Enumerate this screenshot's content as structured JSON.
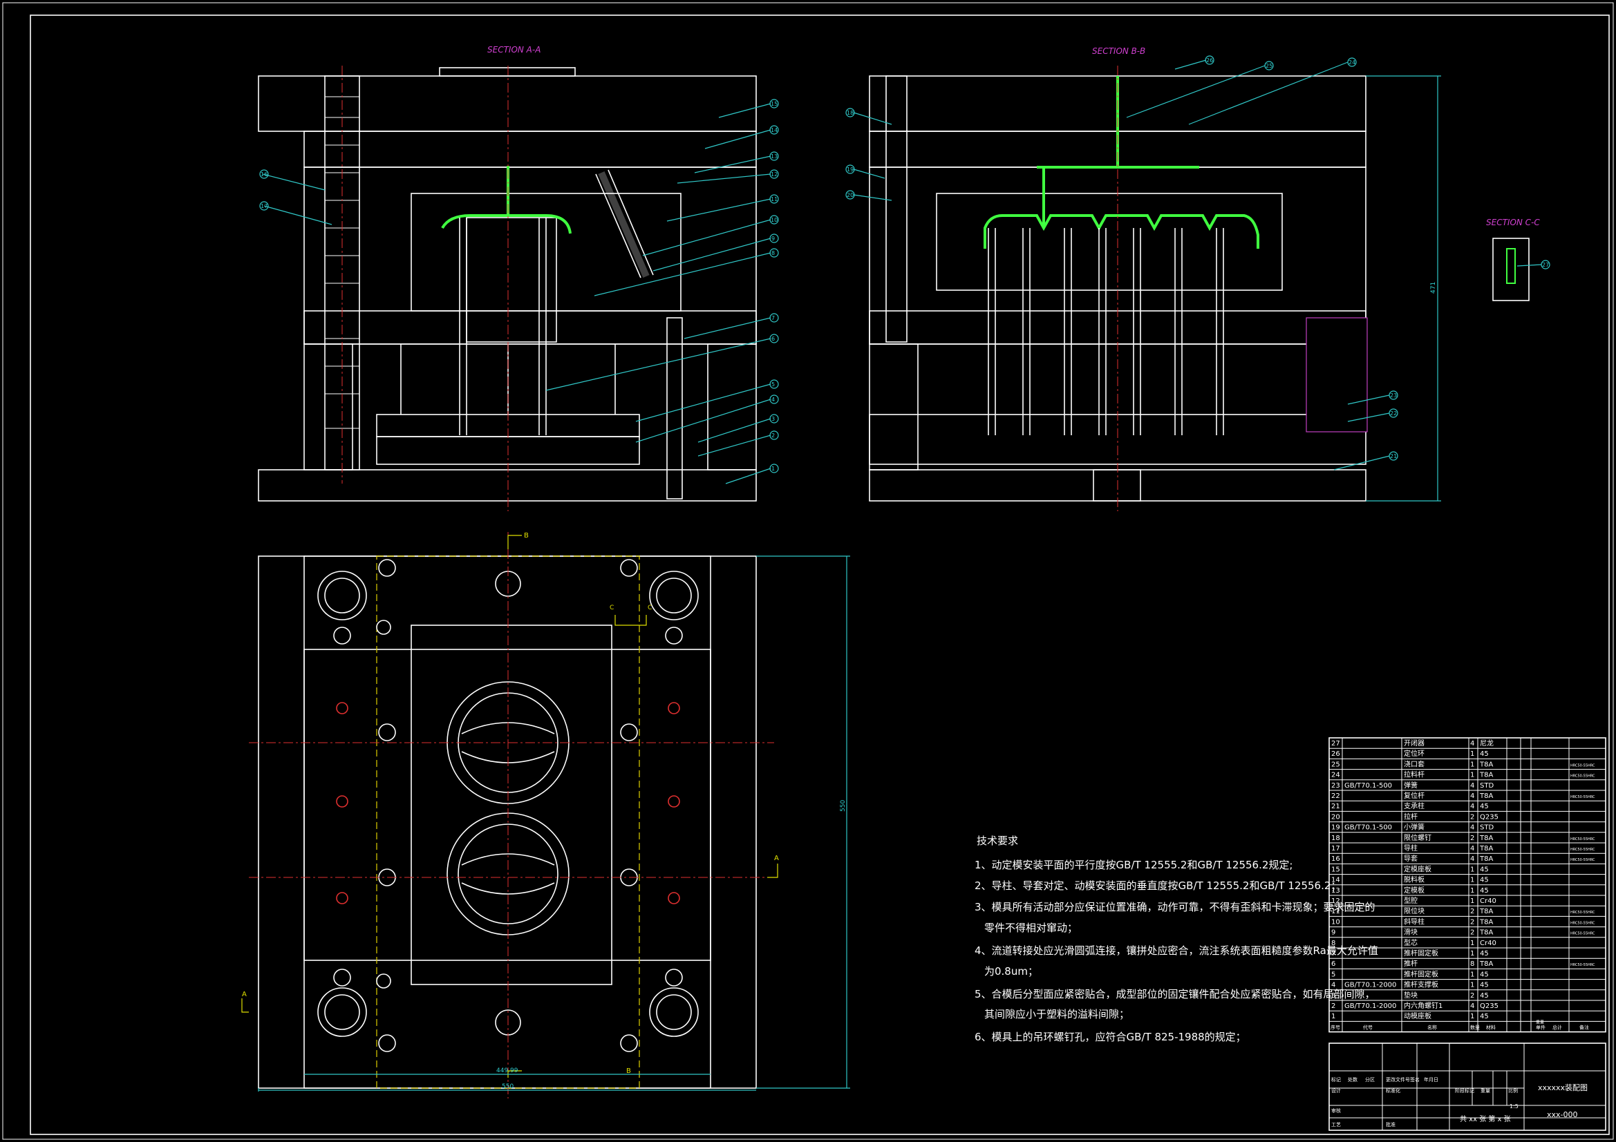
{
  "drawing": {
    "section_a_label": "SECTION A-A",
    "section_b_label": "SECTION B-B",
    "section_c_label": "SECTION C-C",
    "cut_mark_a": "A",
    "cut_mark_b": "B",
    "cut_mark_c": "C",
    "dim_total_height": "471",
    "dim_plan_height": "550",
    "dim_plan_inner_width": "449.99",
    "dim_plan_width": "550",
    "leaders_a": [
      "15",
      "14",
      "13",
      "12",
      "11",
      "10",
      "9",
      "8",
      "7",
      "6",
      "5",
      "4",
      "3",
      "2",
      "1",
      "16",
      "17"
    ],
    "leaders_b": [
      "18",
      "19",
      "20",
      "26",
      "25",
      "24",
      "23",
      "22",
      "21"
    ],
    "leader_c": "27"
  },
  "technical_requirements": {
    "heading": "技术要求",
    "items": [
      "1、动定模安装平面的平行度按GB/T 12555.2和GB/T 12556.2规定;",
      "2、导柱、导套对定、动模安装面的垂直度按GB/T 12555.2和GB/T 12556.2；",
      "3、模具所有活动部分应保证位置准确，动作可靠，不得有歪斜和卡滞现象；要求固定的",
      "零件不得相对窜动；",
      "4、流道转接处应光滑圆弧连接，镶拼处应密合，流注系统表面粗糙度参数Ra最大允许值",
      "为0.8um；",
      "5、合模后分型面应紧密贴合，成型部位的固定镶件配合处应紧密贴合，如有局部间隙，",
      "其间隙应小于塑料的溢料间隙；",
      "6、模具上的吊环螺钉孔，应符合GB/T 825-1988的规定；"
    ]
  },
  "bom": {
    "rows": [
      {
        "no": "27",
        "code": "",
        "name": "开闭器",
        "qty": "4",
        "mat": "尼龙",
        "note": ""
      },
      {
        "no": "26",
        "code": "",
        "name": "定位环",
        "qty": "1",
        "mat": "45",
        "note": ""
      },
      {
        "no": "25",
        "code": "",
        "name": "浇口套",
        "qty": "1",
        "mat": "T8A",
        "note": "HRC50-55HRC"
      },
      {
        "no": "24",
        "code": "",
        "name": "拉料杆",
        "qty": "1",
        "mat": "T8A",
        "note": "HRC50-55HRC"
      },
      {
        "no": "23",
        "code": "GB/T70.1-500",
        "name": "弹簧",
        "qty": "4",
        "mat": "STD",
        "note": ""
      },
      {
        "no": "22",
        "code": "",
        "name": "复位杆",
        "qty": "4",
        "mat": "T8A",
        "note": "HRC50-55HRC"
      },
      {
        "no": "21",
        "code": "",
        "name": "支承柱",
        "qty": "4",
        "mat": "45",
        "note": ""
      },
      {
        "no": "20",
        "code": "",
        "name": "拉杆",
        "qty": "2",
        "mat": "Q235",
        "note": ""
      },
      {
        "no": "19",
        "code": "GB/T70.1-500",
        "name": "小弹簧",
        "qty": "4",
        "mat": "STD",
        "note": ""
      },
      {
        "no": "18",
        "code": "",
        "name": "限位螺钉",
        "qty": "2",
        "mat": "T8A",
        "note": "HRC50-55HRC"
      },
      {
        "no": "17",
        "code": "",
        "name": "导柱",
        "qty": "4",
        "mat": "T8A",
        "note": "HRC50-55HRC"
      },
      {
        "no": "16",
        "code": "",
        "name": "导套",
        "qty": "4",
        "mat": "T8A",
        "note": "HRC50-55HRC"
      },
      {
        "no": "15",
        "code": "",
        "name": "定模座板",
        "qty": "1",
        "mat": "45",
        "note": ""
      },
      {
        "no": "14",
        "code": "",
        "name": "脱料板",
        "qty": "1",
        "mat": "45",
        "note": ""
      },
      {
        "no": "13",
        "code": "",
        "name": "定模板",
        "qty": "1",
        "mat": "45",
        "note": ""
      },
      {
        "no": "12",
        "code": "",
        "name": "型腔",
        "qty": "1",
        "mat": "Cr40",
        "note": ""
      },
      {
        "no": "11",
        "code": "",
        "name": "限位块",
        "qty": "2",
        "mat": "T8A",
        "note": "HRC50-55HRC"
      },
      {
        "no": "10",
        "code": "",
        "name": "斜导柱",
        "qty": "2",
        "mat": "T8A",
        "note": "HRC50-55HRC"
      },
      {
        "no": "9",
        "code": "",
        "name": "滑块",
        "qty": "2",
        "mat": "T8A",
        "note": "HRC50-55HRC"
      },
      {
        "no": "8",
        "code": "",
        "name": "型芯",
        "qty": "1",
        "mat": "Cr40",
        "note": ""
      },
      {
        "no": "7",
        "code": "",
        "name": "推杆固定板",
        "qty": "1",
        "mat": "45",
        "note": ""
      },
      {
        "no": "6",
        "code": "",
        "name": "推杆",
        "qty": "8",
        "mat": "T8A",
        "note": "HRC50-55HRC"
      },
      {
        "no": "5",
        "code": "",
        "name": "推杆固定板",
        "qty": "1",
        "mat": "45",
        "note": ""
      },
      {
        "no": "4",
        "code": "GB/T70.1-2000",
        "name": "推杆支撑板",
        "qty": "1",
        "mat": "45",
        "note": ""
      },
      {
        "no": "3",
        "code": "",
        "name": "垫块",
        "qty": "2",
        "mat": "45",
        "note": ""
      },
      {
        "no": "2",
        "code": "GB/T70.1-2000",
        "name": "内六角螺钉1",
        "qty": "4",
        "mat": "Q235",
        "note": ""
      },
      {
        "no": "1",
        "code": "",
        "name": "动模座板",
        "qty": "1",
        "mat": "45",
        "note": ""
      }
    ],
    "header": {
      "no": "序号",
      "code": "代号",
      "name": "名称",
      "qty": "数量",
      "mat": "材料",
      "single": "单件",
      "total": "总计",
      "note": "备注",
      "weight": "重量"
    }
  },
  "title_block": {
    "title": "xxxxxx装配图",
    "drawing_no": "xxx-000",
    "scale": "1:5",
    "sheet": "共 xx 张  第 x 张",
    "labels": [
      "标记",
      "处数",
      "分区",
      "更改文件号",
      "签名",
      "年月日",
      "设计",
      "标准化",
      "阶段标记",
      "重量",
      "比例",
      "审核",
      "工艺",
      "批准"
    ]
  }
}
